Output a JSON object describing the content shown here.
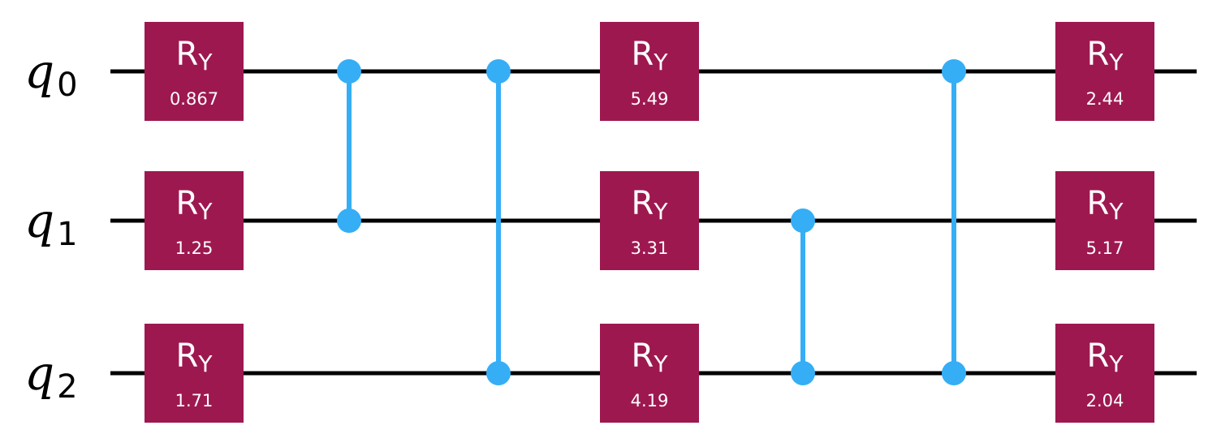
{
  "circuit": {
    "qubits": [
      {
        "symbol": "q",
        "index": "0"
      },
      {
        "symbol": "q",
        "index": "1"
      },
      {
        "symbol": "q",
        "index": "2"
      }
    ],
    "colors": {
      "wire": "#000000",
      "ry_gate": "#9e1850",
      "cz_gate": "#35aef6",
      "gate_text": "#ffffff"
    },
    "gates": [
      {
        "type": "ry",
        "qubit": 0,
        "column": 0,
        "name": "R",
        "sub": "Y",
        "param": "0.867"
      },
      {
        "type": "ry",
        "qubit": 1,
        "column": 0,
        "name": "R",
        "sub": "Y",
        "param": "1.25"
      },
      {
        "type": "ry",
        "qubit": 2,
        "column": 0,
        "name": "R",
        "sub": "Y",
        "param": "1.71"
      },
      {
        "type": "cz",
        "qubits": [
          0,
          1
        ],
        "column": 1
      },
      {
        "type": "cz",
        "qubits": [
          0,
          2
        ],
        "column": 2
      },
      {
        "type": "ry",
        "qubit": 0,
        "column": 3,
        "name": "R",
        "sub": "Y",
        "param": "5.49"
      },
      {
        "type": "ry",
        "qubit": 1,
        "column": 3,
        "name": "R",
        "sub": "Y",
        "param": "3.31"
      },
      {
        "type": "ry",
        "qubit": 2,
        "column": 3,
        "name": "R",
        "sub": "Y",
        "param": "4.19"
      },
      {
        "type": "cz",
        "qubits": [
          1,
          2
        ],
        "column": 4
      },
      {
        "type": "cz",
        "qubits": [
          0,
          2
        ],
        "column": 5
      },
      {
        "type": "ry",
        "qubit": 0,
        "column": 6,
        "name": "R",
        "sub": "Y",
        "param": "2.44"
      },
      {
        "type": "ry",
        "qubit": 1,
        "column": 6,
        "name": "R",
        "sub": "Y",
        "param": "5.17"
      },
      {
        "type": "ry",
        "qubit": 2,
        "column": 6,
        "name": "R",
        "sub": "Y",
        "param": "2.04"
      }
    ]
  }
}
